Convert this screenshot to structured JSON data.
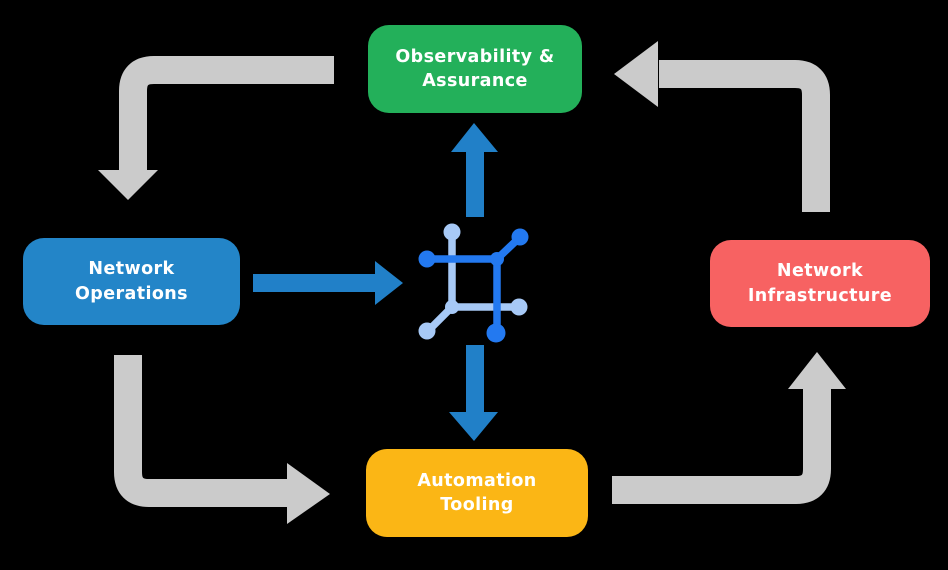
{
  "diagram": {
    "nodes": {
      "observability": {
        "lines": [
          "Observability &",
          "Assurance"
        ],
        "color": "#23B05A"
      },
      "operations": {
        "lines": [
          "Network",
          "Operations"
        ],
        "color": "#2385C8"
      },
      "infrastructure": {
        "lines": [
          "Network",
          "Infrastructure"
        ],
        "color": "#F76262"
      },
      "automation": {
        "lines": [
          "Automation",
          "Tooling"
        ],
        "color": "#FBB615"
      }
    },
    "center_icon": "network-mesh-icon",
    "arrows": {
      "gray_cycle": [
        "observability-to-operations",
        "operations-to-automation",
        "automation-to-infrastructure",
        "infrastructure-to-observability"
      ],
      "blue": [
        "operations-to-center",
        "center-to-observability",
        "center-to-automation"
      ]
    }
  },
  "colors": {
    "background": "#000000",
    "box-green": "#23B05A",
    "box-blue": "#2385C8",
    "box-red": "#F76262",
    "box-yellow": "#FBB615",
    "box-text": "#FFFFFF",
    "arrow-gray": "#CBCBCB",
    "arrow-blue": "#2180C8",
    "icon-dark-blue": "#2379F0",
    "icon-light-blue": "#A7C9F6"
  }
}
